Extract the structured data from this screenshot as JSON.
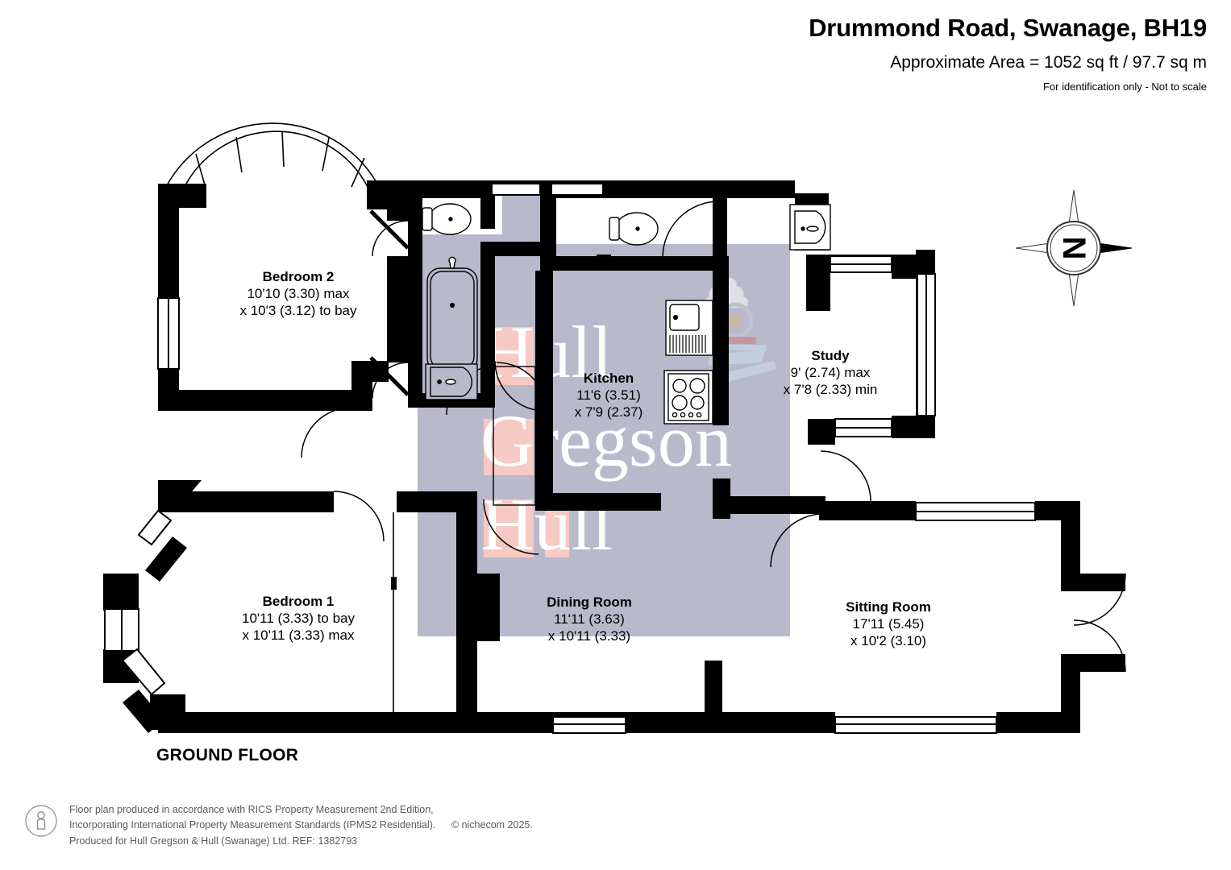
{
  "header": {
    "title": "Drummond Road, Swanage, BH19",
    "area": "Approximate Area = 1052 sq ft / 97.7 sq m",
    "disclaimer": "For identification only - Not to scale"
  },
  "floor_label": "GROUND FLOOR",
  "compass": {
    "letter": "N",
    "label": "north-arrow"
  },
  "watermark": {
    "line1": "Hull",
    "line2": "Gregson",
    "line3": "Hull"
  },
  "rooms": [
    {
      "name": "Bedroom 2",
      "dim1": "10'10 (3.30) max",
      "dim2": "x 10'3 (3.12) to bay"
    },
    {
      "name": "Kitchen",
      "dim1": "11'6 (3.51)",
      "dim2": "x 7'9 (2.37)"
    },
    {
      "name": "Study",
      "dim1": "9' (2.74) max",
      "dim2": "x 7'8 (2.33) min"
    },
    {
      "name": "Bedroom 1",
      "dim1": "10'11 (3.33) to bay",
      "dim2": "x 10'11 (3.33) max"
    },
    {
      "name": "Dining Room",
      "dim1": "11'11 (3.63)",
      "dim2": "x 10'11 (3.33)"
    },
    {
      "name": "Sitting Room",
      "dim1": "17'11 (5.45)",
      "dim2": "x 10'2 (3.10)"
    }
  ],
  "footer": {
    "line1": "Floor plan produced in accordance with RICS Property Measurement 2nd Edition,",
    "line2": "Incorporating International Property Measurement Standards (IPMS2 Residential).",
    "copyright": "© nichecom 2025.",
    "line3": "Produced for Hull Gregson & Hull (Swanage) Ltd.   REF:  1382793"
  },
  "colors": {
    "wall": "#000000",
    "shaded_floor": "#b8b9cb",
    "watermark_text": "#ffffff",
    "watermark_block": "#f6c9c4",
    "footer_text": "#5a5a5a"
  }
}
